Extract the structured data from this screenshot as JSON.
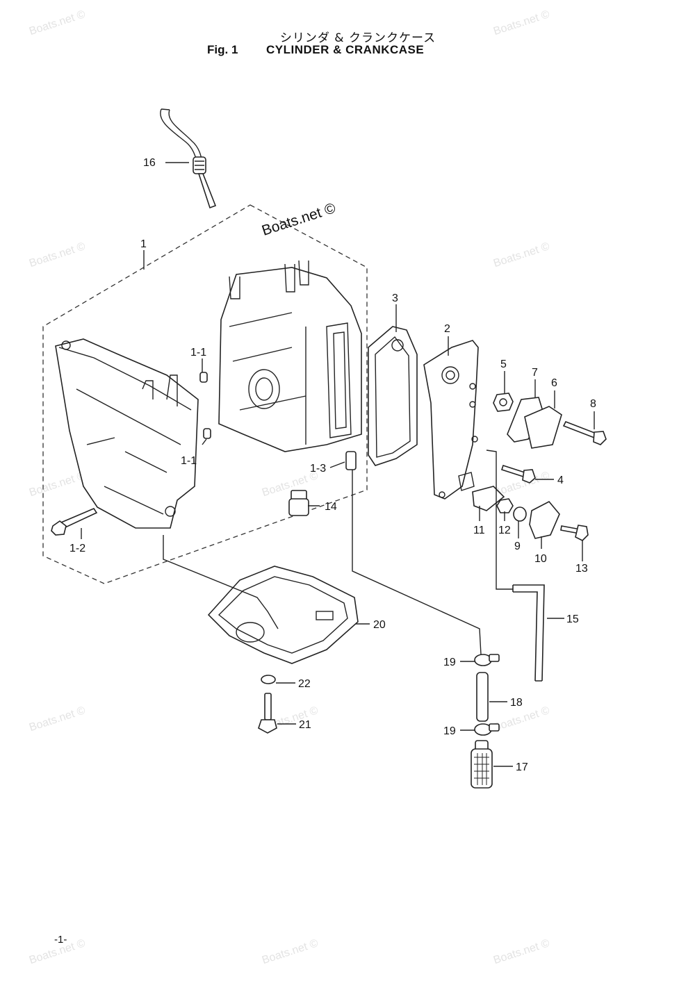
{
  "header": {
    "title_jp": "シリンダ & クランクケース",
    "fig_no": "Fig. 1",
    "title_en": "CYLINDER & CRANKCASE"
  },
  "watermark": "Boats.net ©",
  "page_number": "-1-",
  "callouts": [
    {
      "id": "c16",
      "label": "16"
    },
    {
      "id": "c1",
      "label": "1"
    },
    {
      "id": "c1-1a",
      "label": "1-1"
    },
    {
      "id": "c1-1b",
      "label": "1-1"
    },
    {
      "id": "c1-2",
      "label": "1-2"
    },
    {
      "id": "c1-3",
      "label": "1-3"
    },
    {
      "id": "c14",
      "label": "14"
    },
    {
      "id": "c3",
      "label": "3"
    },
    {
      "id": "c2",
      "label": "2"
    },
    {
      "id": "c5",
      "label": "5"
    },
    {
      "id": "c7",
      "label": "7"
    },
    {
      "id": "c6",
      "label": "6"
    },
    {
      "id": "c8",
      "label": "8"
    },
    {
      "id": "c4",
      "label": "4"
    },
    {
      "id": "c11",
      "label": "11"
    },
    {
      "id": "c12",
      "label": "12"
    },
    {
      "id": "c9",
      "label": "9"
    },
    {
      "id": "c10",
      "label": "10"
    },
    {
      "id": "c13",
      "label": "13"
    },
    {
      "id": "c15",
      "label": "15"
    },
    {
      "id": "c20",
      "label": "20"
    },
    {
      "id": "c19a",
      "label": "19"
    },
    {
      "id": "c18",
      "label": "18"
    },
    {
      "id": "c19b",
      "label": "19"
    },
    {
      "id": "c17",
      "label": "17"
    },
    {
      "id": "c22",
      "label": "22"
    },
    {
      "id": "c21",
      "label": "21"
    }
  ]
}
